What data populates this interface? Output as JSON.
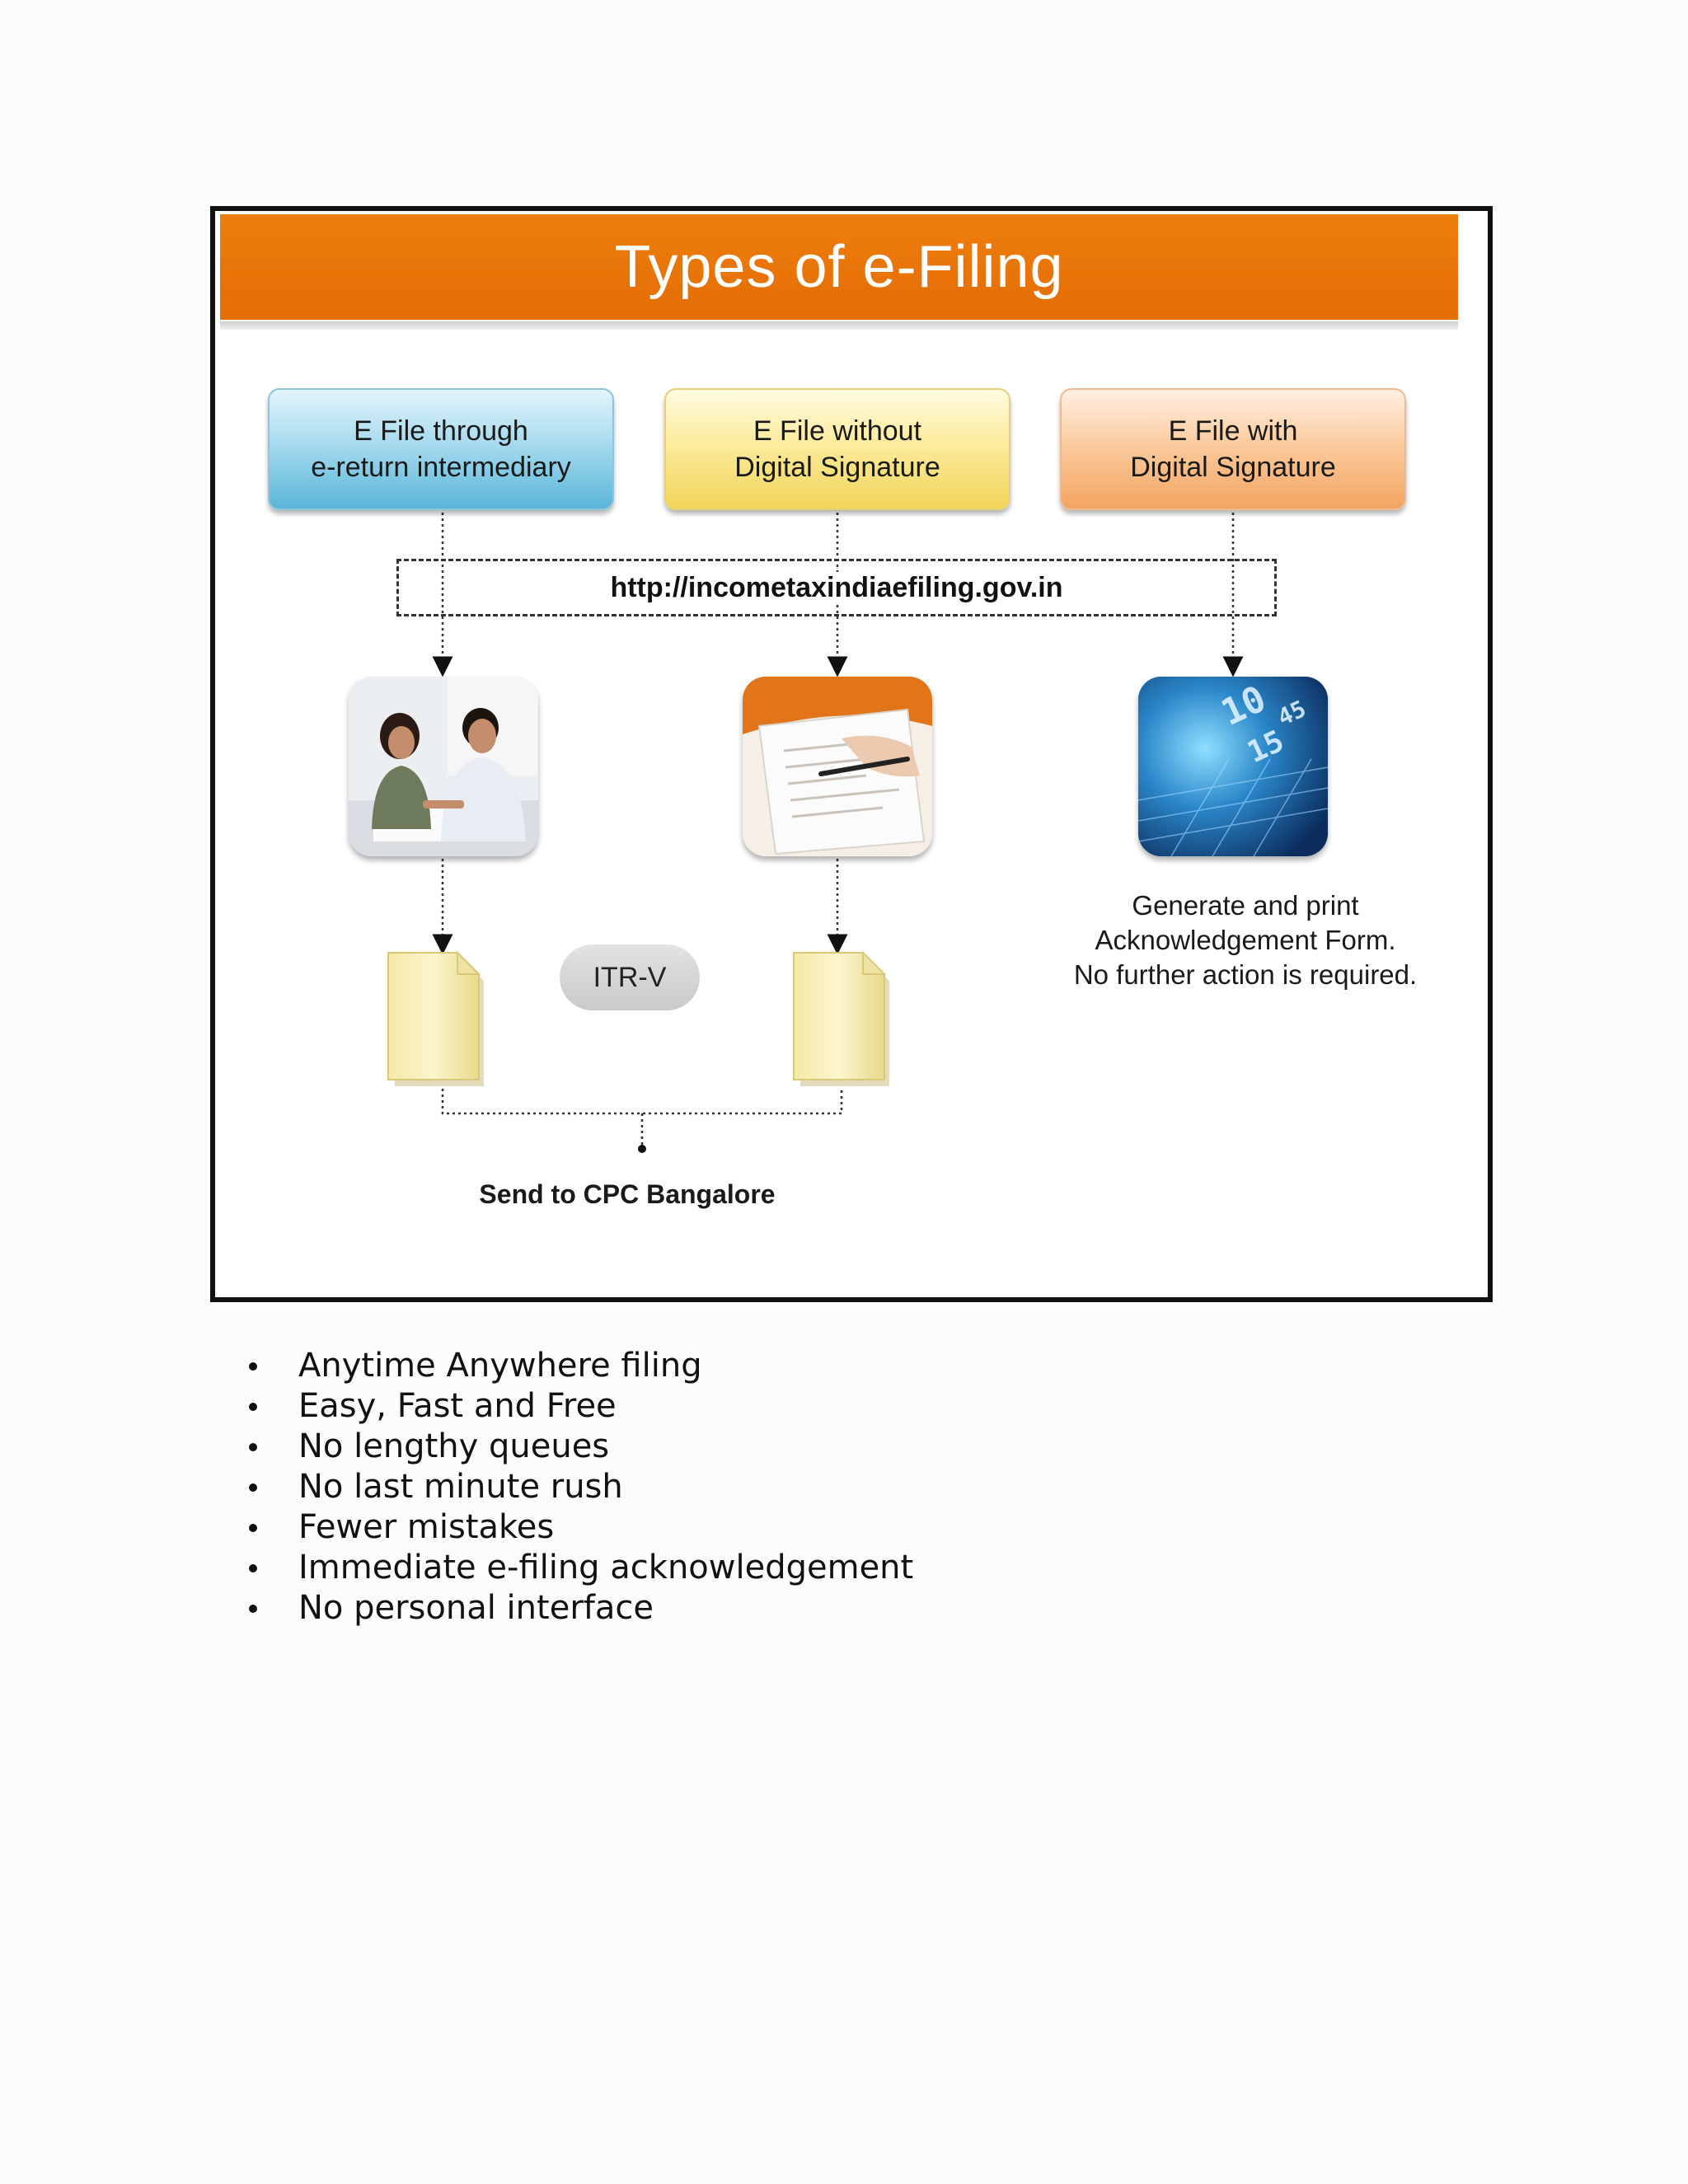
{
  "figure": {
    "title": "Types of e-Filing",
    "boxes": {
      "intermediary": {
        "line1": "E File through",
        "line2": "e-return intermediary"
      },
      "without_signature": {
        "line1": "E File without",
        "line2": "Digital Signature"
      },
      "with_signature": {
        "line1": "E File with",
        "line2": "Digital Signature"
      }
    },
    "url": "http://incometaxindiaefiling.gov.in",
    "itr_label": "ITR-V",
    "acknowledgement": {
      "line1": "Generate and print",
      "line2": "Acknowledgement Form.",
      "line3": "No further action is required."
    },
    "send_to": "Send to CPC Bangalore",
    "colors": {
      "title_bar": "#e87508",
      "box_blue": "#8ccfe6",
      "box_yellow": "#fbe78a",
      "box_orange": "#f8bc84"
    },
    "icons": [
      "people-meeting-image",
      "signing-document-image",
      "digital-numbers-image",
      "document-file-icon"
    ]
  },
  "bullets": [
    "Anytime Anywhere filing",
    "Easy, Fast and Free",
    "No lengthy queues",
    "No last minute rush",
    "Fewer mistakes",
    "Immediate e-filing acknowledgement",
    "No personal interface"
  ]
}
